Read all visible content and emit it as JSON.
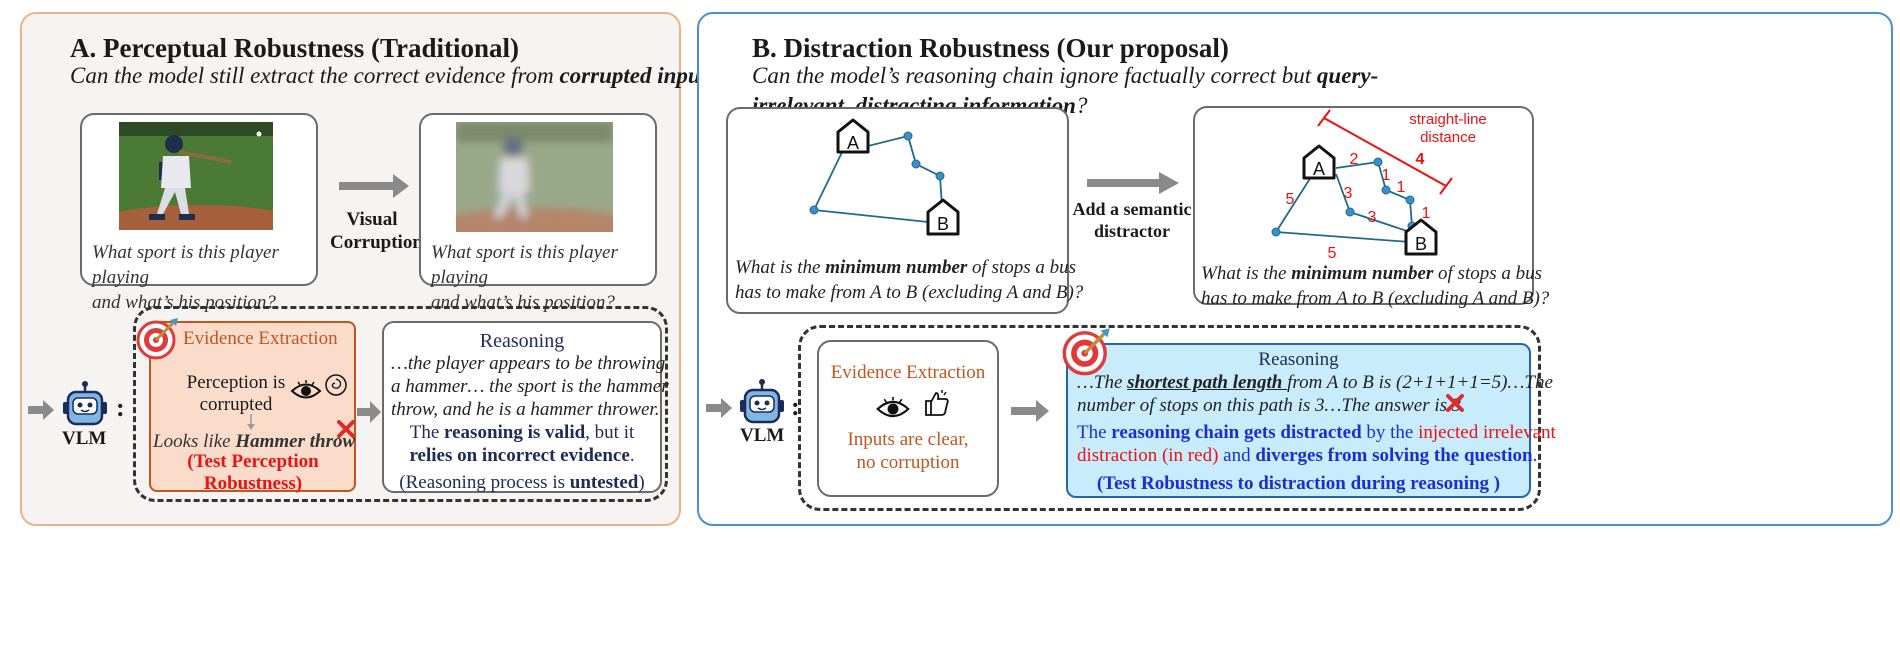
{
  "panelA": {
    "title": "A.  Perceptual Robustness (Traditional)",
    "subtitle_pre": "Can the model still extract the correct evidence from ",
    "subtitle_bold": "corrupted inputs",
    "subtitle_post": "?",
    "question_line1": "What sport is this player playing",
    "question_line2": "and what’s his position?",
    "arrow_label_line1": "Visual",
    "arrow_label_line2": "Corruption",
    "vlm_label": "VLM",
    "evidence": {
      "title": "Evidence Extraction",
      "line1": "Perception is",
      "line2": "corrupted",
      "looks_pre": "Looks like ",
      "looks_bold": "Hammer throw",
      "test_line1": "(Test Perception",
      "test_line2": "Robustness)"
    },
    "reasoning": {
      "title": "Reasoning",
      "text_line1": "…the player appears to be throwing",
      "text_line2": "a hammer… the sport is the hammer",
      "text_line3": "throw, and he is a hammer thrower.",
      "valid_pre": "The ",
      "valid_bold": "reasoning is valid",
      "valid_mid": ", but it",
      "relies_bold": "relies on incorrect evidence",
      "relies_post": ".",
      "untested_pre": "(Reasoning process is ",
      "untested_bold": "untested",
      "untested_post": ")"
    }
  },
  "panelB": {
    "title": "B.  Distraction Robustness (Our proposal)",
    "subtitle_line1_pre": "Can the model’s reasoning chain ignore factually correct but ",
    "subtitle_line1_bold": "query-",
    "subtitle_line2_bold": "irrelevant, distracting information",
    "subtitle_line2_post": "?",
    "node_a": "A",
    "node_b": "B",
    "question_pre": "What is the ",
    "question_bold": "minimum number",
    "question_post": " of stops a bus",
    "question_line2": "has to make from A to B (excluding A and B)?",
    "arrow_label_line1": "Add a semantic",
    "arrow_label_line2": "distractor",
    "distractor_label_line1": "straight-line",
    "distractor_label_line2": "distance",
    "weights": [
      "2",
      "1",
      "1",
      "1",
      "3",
      "3",
      "5",
      "5",
      "4"
    ],
    "vlm_label": "VLM",
    "evidence": {
      "title": "Evidence Extraction",
      "line1": "Inputs are clear,",
      "line2": "no corruption"
    },
    "reasoning": {
      "title": "Reasoning",
      "l1_pre": "…The ",
      "l1_bold": "shortest path length ",
      "l1_post": "from A to B is (2+1+1+1=5)…The",
      "l2": "number of stops on this path is 3…The answer is 3",
      "l3_pre": "The ",
      "l3_bold": "reasoning chain gets distracted",
      "l3_mid": " by the ",
      "l3_red": "injected irrelevant",
      "l4_red": "distraction (in red)",
      "l4_mid": " and ",
      "l4_bold": "diverges from solving the question",
      "l4_post": ".",
      "test": "(Test Robustness to distraction during reasoning )"
    }
  },
  "colors": {
    "panelA_bg": "#f5f4f3",
    "panelA_border": "#efb287",
    "panelB_border": "#4a8fd8",
    "evidence_fill": "#fbdccb",
    "evidence_border": "#c4551f",
    "reasoning_fill": "#c8ecfb",
    "reasoning_border": "#2463b5",
    "graph_edge": "#1f6a8f",
    "distractor": "#ee1111"
  }
}
